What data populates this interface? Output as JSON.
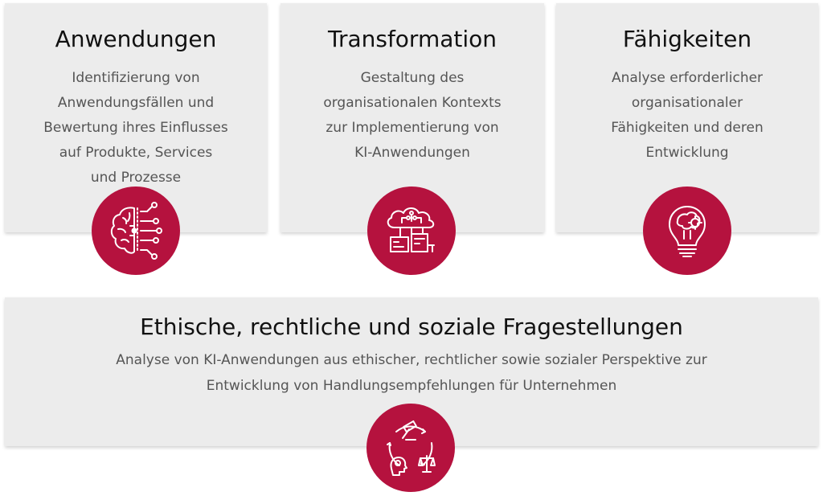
{
  "cards": [
    {
      "title": "Anwendungen",
      "lines": [
        "Identifizierung von",
        "Anwendungsfällen und",
        "Bewertung ihres Einflusses",
        "auf Produkte, Services",
        "und Prozesse"
      ],
      "icon": "brain-circuit-icon"
    },
    {
      "title": "Transformation",
      "lines": [
        "Gestaltung des",
        "organisationalen Kontexts",
        "zur Implementierung von",
        "KI-Anwendungen"
      ],
      "icon": "cloud-network-icon"
    },
    {
      "title": "Fähigkeiten",
      "lines": [
        "Analyse erforderlicher",
        "organisationaler",
        "Fähigkeiten und deren",
        "Entwicklung"
      ],
      "icon": "lightbulb-gears-icon"
    },
    {
      "title": "Ethische, rechtliche und soziale Fragestellungen",
      "lines": [
        "Analyse von KI-Anwendungen aus ethischer, rechtlicher sowie sozialer Perspektive zur",
        "Entwicklung von Handlungsempfehlungen für Unternehmen"
      ],
      "icon": "gavel-scales-cycle-icon"
    }
  ],
  "colors": {
    "accent": "#b5123e",
    "card": "#ececec",
    "title": "#111111",
    "text": "#555555"
  }
}
